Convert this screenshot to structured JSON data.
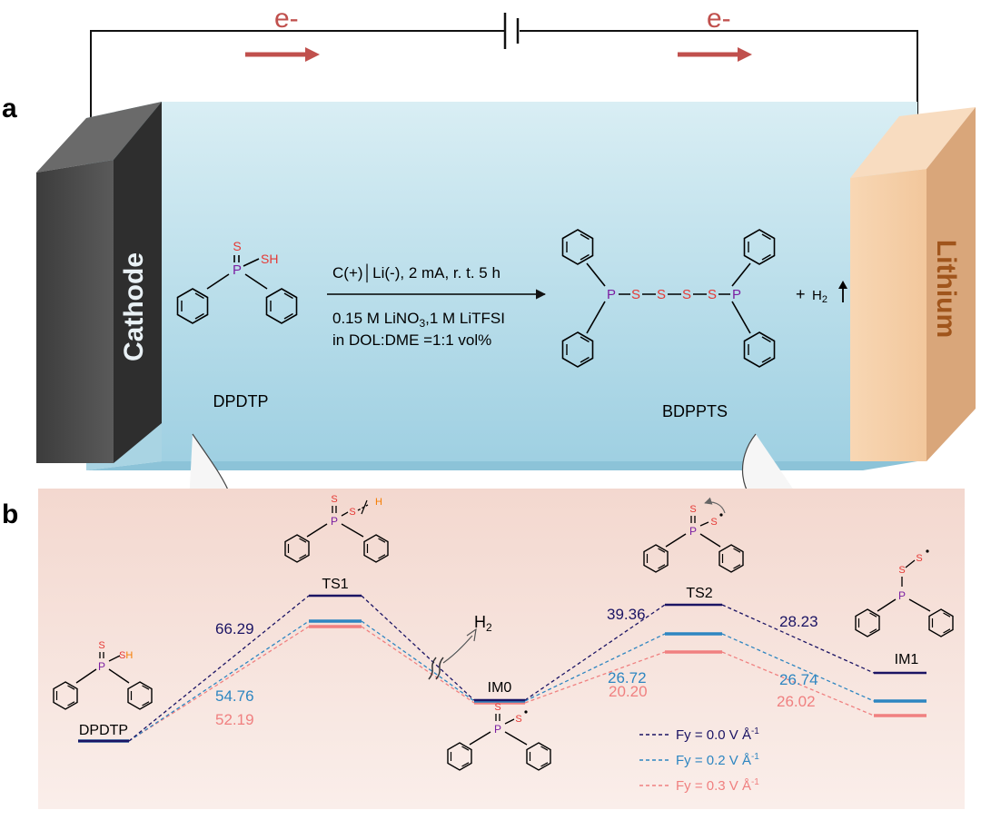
{
  "panels": {
    "a": {
      "letter": "a",
      "electron_left": "e-",
      "electron_right": "e-",
      "cathode_label": "Cathode",
      "lithium_label": "Lithium",
      "reactant_name": "DPDTP",
      "product_name": "BDPPTS",
      "condition_top": "C(+)│Li(-), 2 mA, r. t. 5 h",
      "condition_line2_pre": "0.15 M LiNO",
      "condition_line2_sub": "3",
      "condition_line2_post": ",1 M LiTFSI",
      "condition_line3": "in DOL:DME =1:1 vol%",
      "plus": "+",
      "h2_main": "H",
      "h2_sub": "2",
      "atoms": {
        "P": "P",
        "S": "S",
        "SH": "SH",
        "H": "H"
      }
    },
    "b": {
      "letter": "b",
      "h2_release_main": "H",
      "h2_release_sub": "2"
    }
  },
  "chart_data": {
    "type": "line",
    "categories": [
      "DPDTP",
      "TS1",
      "IM0",
      "TS2",
      "IM1"
    ],
    "series": [
      {
        "name": "Fy = 0.0 V Å⁻¹",
        "legend_main": "Fy = 0.0 V Å",
        "legend_sup": "-1",
        "color": "#1b1464",
        "labels": {
          "up1": "66.29",
          "up2": "39.36",
          "down2": "28.23"
        }
      },
      {
        "name": "Fy = 0.2 V Å⁻¹",
        "legend_main": "Fy = 0.2 V Å",
        "legend_sup": "-1",
        "color": "#2e86c1",
        "labels": {
          "up1": "54.76",
          "up2": "26.72",
          "down2": "26.74"
        }
      },
      {
        "name": "Fy = 0.3 V Å⁻¹",
        "legend_main": "Fy = 0.3 V Å",
        "legend_sup": "-1",
        "color": "#f08080",
        "labels": {
          "up1": "52.19",
          "up2": "20.20",
          "down2": "26.02"
        }
      }
    ]
  },
  "colors": {
    "electrolyte": "#bfe1ec",
    "cathode": "#4a4a4a",
    "lithium": "#f6cfa8",
    "panel_b_bg": "#f6ded7",
    "arrow_red": "#c0504d",
    "phosphorus": "#7b1fa2",
    "sulfur": "#e53935",
    "hydrogen": "#f57c00"
  }
}
